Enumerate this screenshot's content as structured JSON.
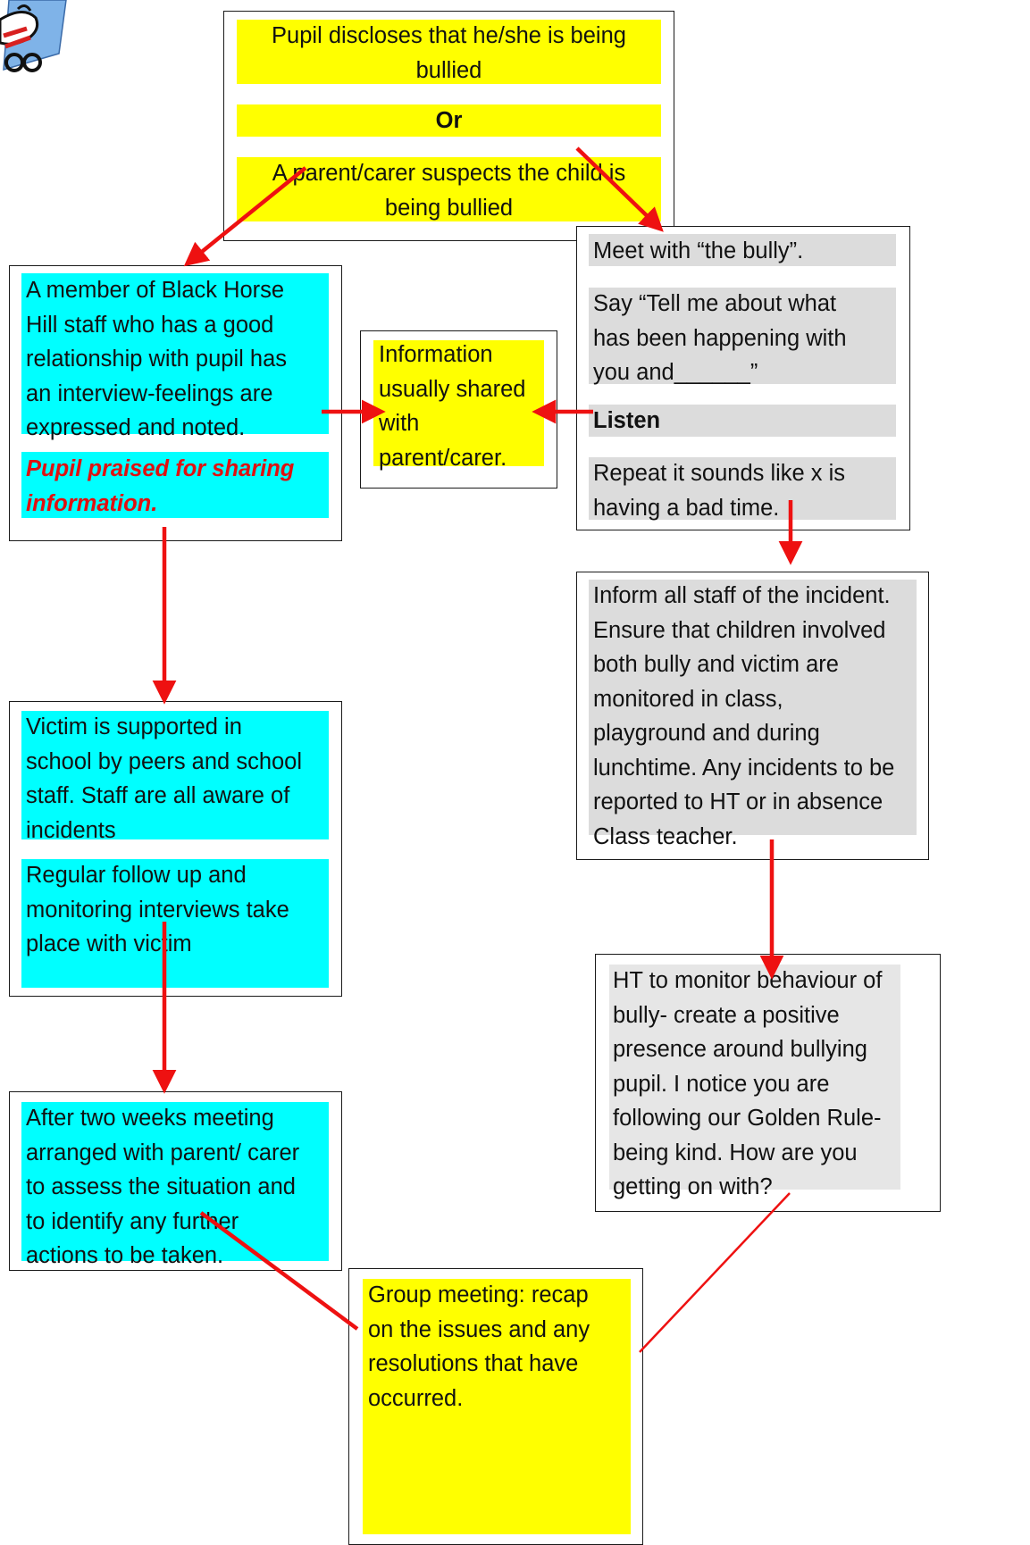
{
  "colors": {
    "yellow": "#ffff00",
    "cyan": "#00ffff",
    "grey": "#dcdcdc",
    "light_grey": "#e6e6e6",
    "arrow": "#ee1111"
  },
  "top": {
    "disclose_lines": [
      "Pupil discloses that he/she is being",
      "bullied"
    ],
    "or_label": "Or",
    "suspects_lines": [
      "A parent/carer suspects the child is",
      "being bullied"
    ]
  },
  "left": {
    "staff_lines": [
      "A member of Black Horse",
      "Hill staff who has a good",
      "relationship with pupil has",
      "an interview-feelings are",
      "expressed and noted."
    ],
    "praise_lines": [
      "Pupil praised for sharing",
      "information."
    ],
    "victim_lines": [
      "Victim is supported in",
      "school by peers and school",
      "staff.  Staff are all aware of",
      "incidents"
    ],
    "followup_lines": [
      "Regular follow up and",
      "monitoring interviews take",
      "place with victim"
    ],
    "twoweeks_lines": [
      "After two weeks meeting",
      "arranged with parent/ carer",
      "to assess the situation and",
      "to identify any further",
      "actions to be taken."
    ]
  },
  "middle": {
    "info_lines": [
      "Information",
      "usually shared",
      "with",
      "parent/carer."
    ]
  },
  "right": {
    "meet_line": "Meet with “the bully”.",
    "say_lines": [
      "Say “Tell me about what",
      "has been happening with",
      "you and______”"
    ],
    "listen_label": "Listen",
    "repeat_lines": [
      "Repeat it sounds like x is",
      "having a bad time."
    ],
    "inform_lines": [
      "Inform all staff of the incident.",
      "Ensure that children involved",
      "both bully and victim are",
      "monitored in class,",
      "playground and during",
      "lunchtime. Any incidents to be",
      "reported to HT or in absence",
      "Class teacher."
    ],
    "ht_lines": [
      "HT to monitor behaviour of",
      "bully- create a positive",
      "presence around bullying",
      "pupil. I notice you are",
      "following our Golden Rule-",
      "being kind. How are you",
      "getting on with?"
    ]
  },
  "bottom": {
    "group_lines": [
      "Group meeting: recap",
      "on the issues and any",
      "resolutions that have",
      "occurred."
    ]
  }
}
